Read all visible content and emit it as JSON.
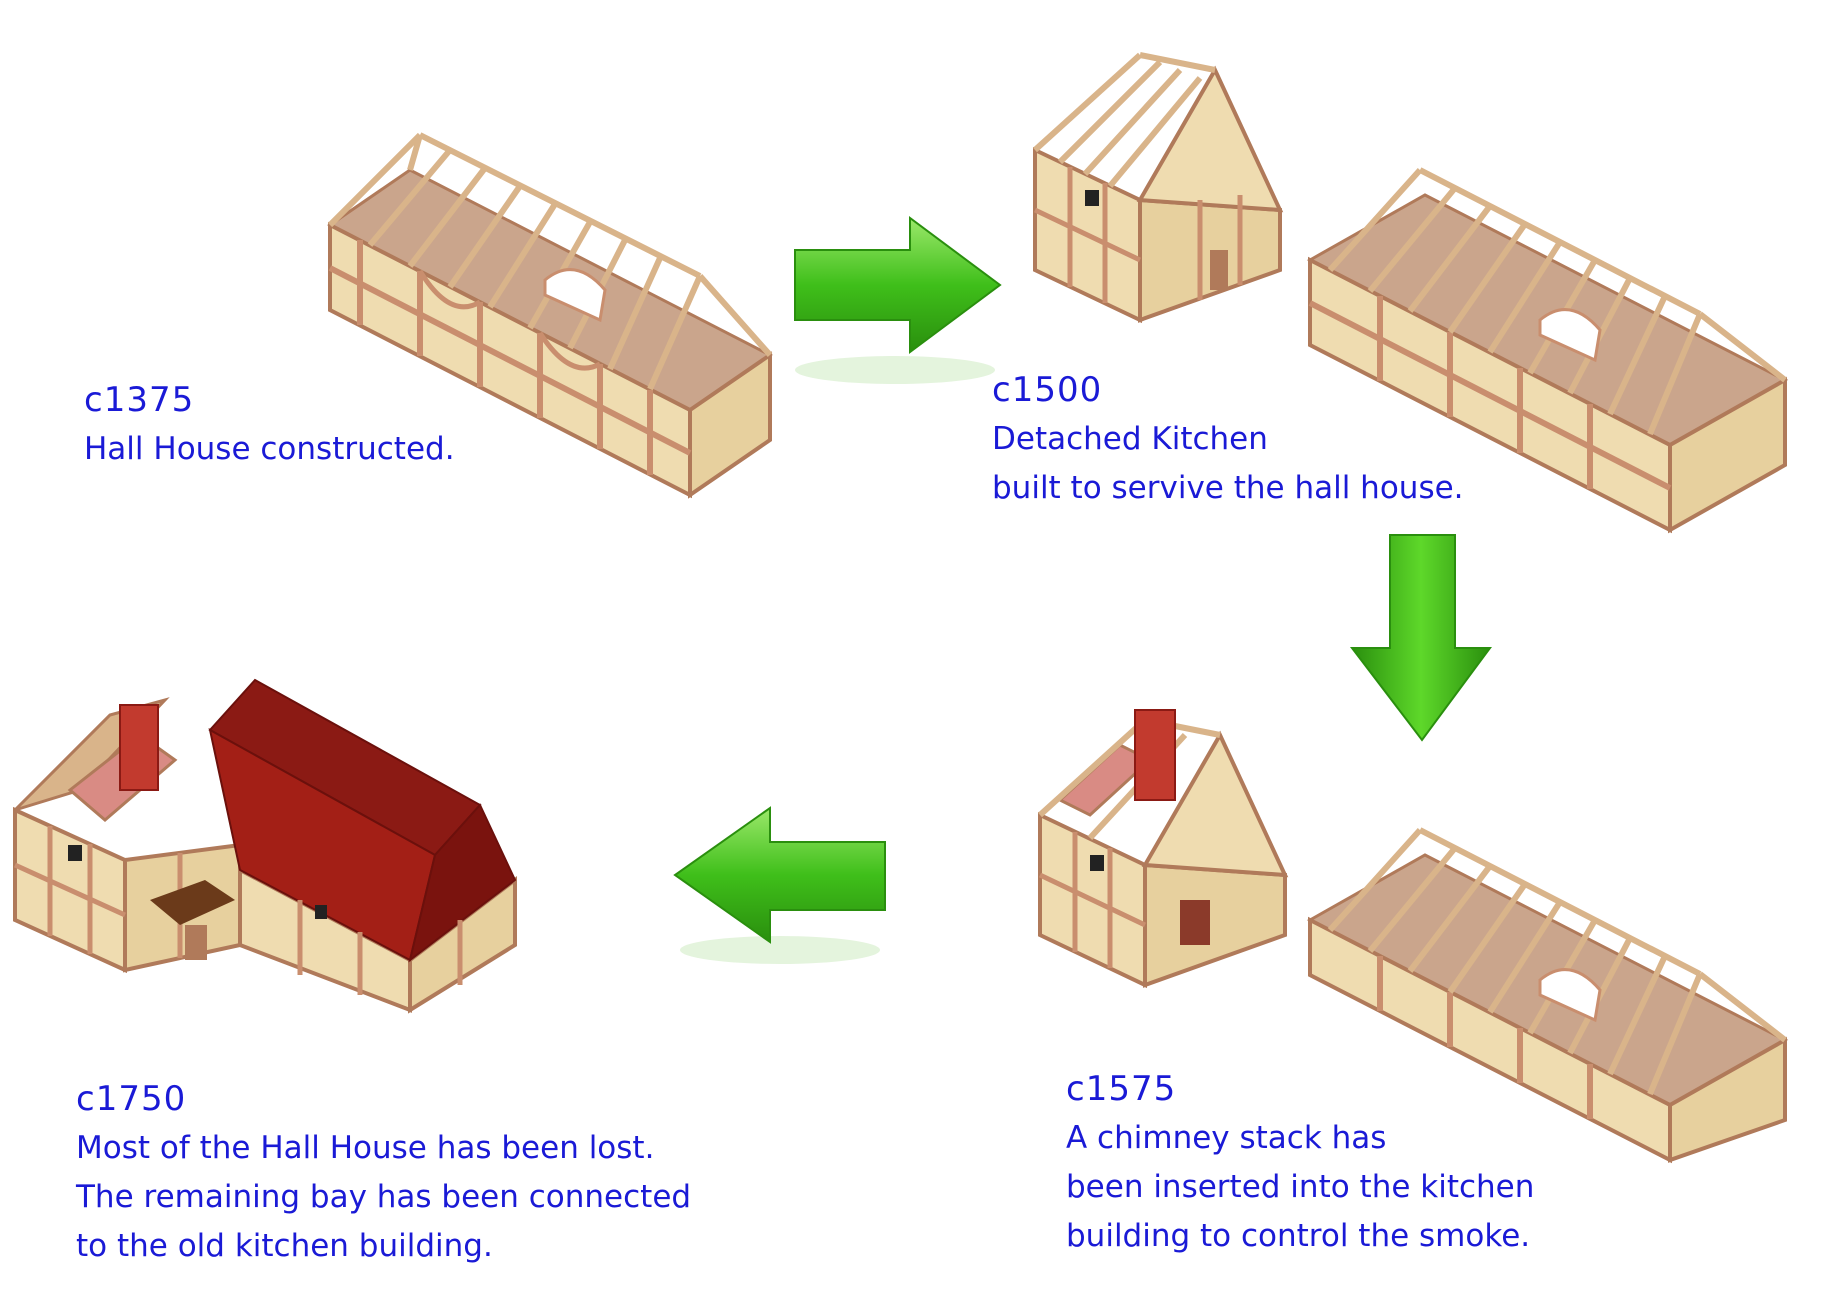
{
  "stages": [
    {
      "year": "c1375",
      "lines": [
        "Hall House constructed."
      ]
    },
    {
      "year": "c1500",
      "lines": [
        "Detached Kitchen",
        "built to servive the hall house."
      ]
    },
    {
      "year": "c1575",
      "lines": [
        "A chimney stack has",
        "been inserted into the kitchen",
        "building to control the smoke."
      ]
    },
    {
      "year": "c1750",
      "lines": [
        "Most of the Hall House has been lost.",
        "The remaining bay has been connected",
        "to the old kitchen building."
      ]
    }
  ],
  "colors": {
    "text": "#1a1ad6",
    "timber": "#c98e6e",
    "infill": "#efdcb0",
    "floor": "#b08a74",
    "roof_tile": "#8b1a14",
    "chimney": "#c23a2e",
    "arrow_green": "#3fbf1a"
  },
  "icons": [
    "arrow-right-icon",
    "arrow-down-icon",
    "arrow-left-icon"
  ]
}
